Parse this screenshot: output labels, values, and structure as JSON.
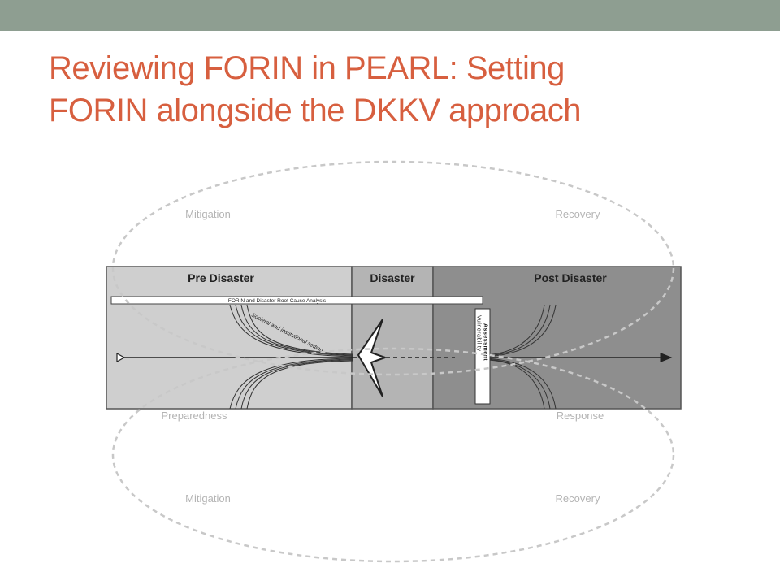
{
  "slide": {
    "title_line1": "Reviewing FORIN in PEARL: Setting",
    "title_line2": "FORIN alongside the DKKV approach"
  },
  "diagram": {
    "phases": {
      "pre": "Pre Disaster",
      "disaster": "Disaster",
      "post": "Post Disaster"
    },
    "banner": "FORIN and Disaster Root Cause Analysis",
    "curve_label": "Societal and institutional setting",
    "vulnerability": "Vulnerability",
    "assessment": "Assessment",
    "cycle_labels": {
      "top_left": "Mitigation",
      "top_right": "Recovery",
      "mid_left": "Preparedness",
      "mid_right": "Response",
      "bottom_left": "Mitigation",
      "bottom_right": "Recovery"
    },
    "colors": {
      "title": "#d75f3f",
      "top_bar": "#8e9e91",
      "pre_fill": "#cfcfcf",
      "disaster_fill": "#b4b4b4",
      "post_fill": "#8e8e8e",
      "dashed_cycle": "#c8c8c8"
    }
  }
}
